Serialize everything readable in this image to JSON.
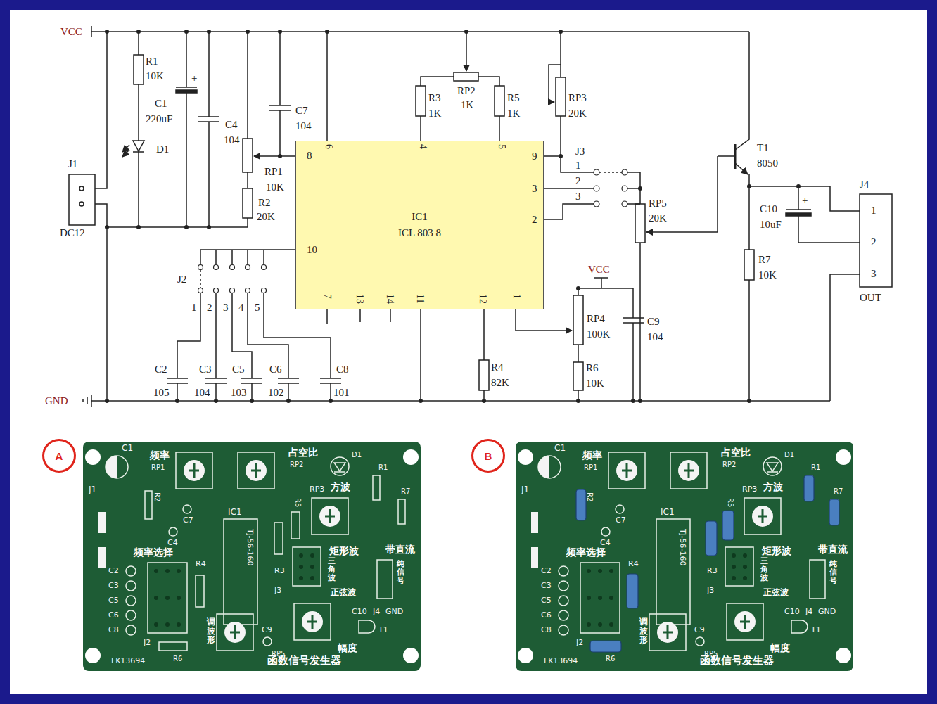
{
  "diagram": {
    "nodes": [
      {
        "text": [
          "J1",
          "DC12"
        ]
      },
      {
        "text": [
          "IC1",
          "ICL 803 8"
        ]
      },
      {
        "text": [
          "J4",
          "1",
          "2",
          "3",
          "OUT"
        ]
      },
      {
        "text": [
          "A"
        ]
      },
      {
        "text": [
          "B"
        ]
      }
    ],
    "labels": [
      "VCC",
      "R1",
      "10K",
      "C1",
      "220uF",
      "+",
      "C4",
      "104",
      "C7",
      "104",
      "D1",
      "RP1",
      "10K",
      "R2",
      "20K",
      "8",
      "6",
      "R3",
      "1K",
      "RP2",
      "1K",
      "R5",
      "1K",
      "RP3",
      "20K",
      "4",
      "5",
      "9",
      "3",
      "2",
      "J3",
      "1",
      "2",
      "3",
      "RP5",
      "20K",
      "T1",
      "8050",
      "C10",
      "10uF",
      "+",
      "R7",
      "10K",
      "J2",
      "10",
      "1",
      "2",
      "3",
      "4",
      "5",
      "7",
      "13",
      "14",
      "11",
      "12",
      "1",
      "VCC",
      "RP4",
      "100K",
      "C9",
      "104",
      "R4",
      "82K",
      "R6",
      "10K",
      "C2",
      "105",
      "C3",
      "104",
      "C5",
      "103",
      "C6",
      "102",
      "C8",
      "101",
      "GND",
      "C1",
      "频率",
      "RP1",
      "占空比",
      "RP2",
      "D1",
      "R1",
      "R7",
      "J1",
      "R2",
      "C7",
      "C4",
      "RP3",
      "方波",
      "R5",
      "IC1",
      "TJ-56-160",
      "R3",
      "J3",
      "矩形波",
      "三角波",
      "正弦波",
      "带直流",
      "纯信号",
      "C10",
      "J4",
      "GND",
      "T1",
      "频率选择",
      "C2",
      "C3",
      "C5",
      "C6",
      "C8",
      "R4",
      "J2",
      "调波形",
      "C9",
      "RP5",
      "幅度",
      "R6",
      "LK13694",
      "函数信号发生器",
      "C1",
      "频率",
      "RP1",
      "占空比",
      "RP2",
      "D1",
      "R1",
      "R7",
      "J1",
      "R2",
      "C7",
      "C4",
      "RP3",
      "方波",
      "R5",
      "IC1",
      "TJ-56-160",
      "R3",
      "J3",
      "矩形波",
      "三角波",
      "正弦波",
      "带直流",
      "纯信号",
      "C10",
      "J4",
      "GND",
      "T1",
      "频率选择",
      "C2",
      "C3",
      "C5",
      "C6",
      "C8",
      "R4",
      "J2",
      "调波形",
      "C9",
      "RP5",
      "幅度",
      "R6",
      "LK13694",
      "函数信号发生器"
    ]
  }
}
